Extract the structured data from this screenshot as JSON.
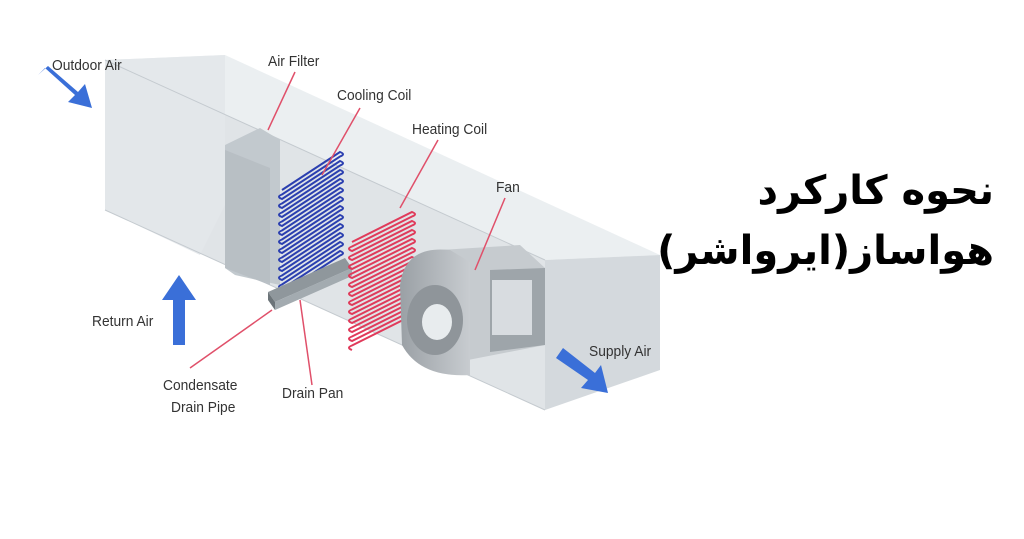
{
  "diagram": {
    "labels": {
      "outdoor_air": "Outdoor Air",
      "air_filter": "Air Filter",
      "cooling_coil": "Cooling Coil",
      "heating_coil": "Heating Coil",
      "fan": "Fan",
      "return_air": "Return Air",
      "supply_air": "Supply Air",
      "condensate_line1": "Condensate",
      "condensate_line2": "Drain Pipe",
      "drain_pan": "Drain Pan"
    },
    "colors": {
      "arrow": "#3a6fd8",
      "leader": "#e0506a",
      "cooling_coil": "#2b3fb0",
      "heating_coil": "#e03a5a",
      "duct": "#d6dce0"
    }
  },
  "title": {
    "line1": "نحوه کارکرد",
    "line2": "هواساز(ایرواشر)"
  }
}
